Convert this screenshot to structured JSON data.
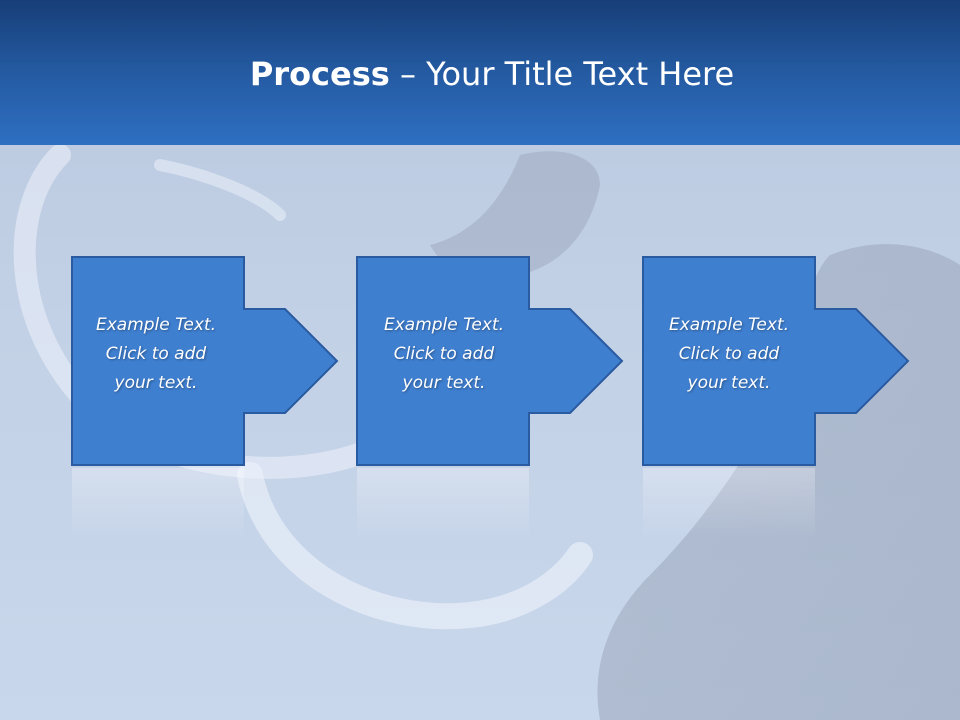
{
  "slide": {
    "title_bold": "Process",
    "title_rest": " – Your Title Text Here"
  },
  "process": {
    "steps": [
      {
        "lines": [
          "Example Text.",
          "Click  to add",
          "your text."
        ]
      },
      {
        "lines": [
          "Example Text.",
          "Click  to add",
          "your text."
        ]
      },
      {
        "lines": [
          "Example Text.",
          "Click  to add",
          "your text."
        ]
      }
    ]
  },
  "colors": {
    "header_dark": "#173e78",
    "header_light": "#2e6fc2",
    "box_fill": "#3f7fd0",
    "box_border": "#2a5aa0",
    "text": "#ffffff"
  },
  "background": {
    "image": "woolly-mammoth-photo-faded"
  }
}
